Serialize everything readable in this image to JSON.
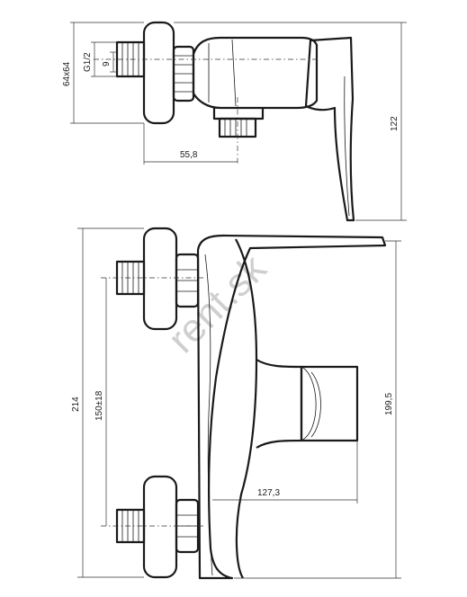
{
  "watermark": "rent.sk",
  "side_view": {
    "dim_flange_size": "64x64",
    "dim_thread": "G1/2",
    "dim_thread_depth": "9",
    "dim_outlet_offset": "55,8",
    "dim_total_height": "122"
  },
  "front_view": {
    "dim_total_height": "214",
    "dim_inlet_spacing": "150±18",
    "dim_body_height": "199,5",
    "dim_handle_reach": "127,3"
  }
}
